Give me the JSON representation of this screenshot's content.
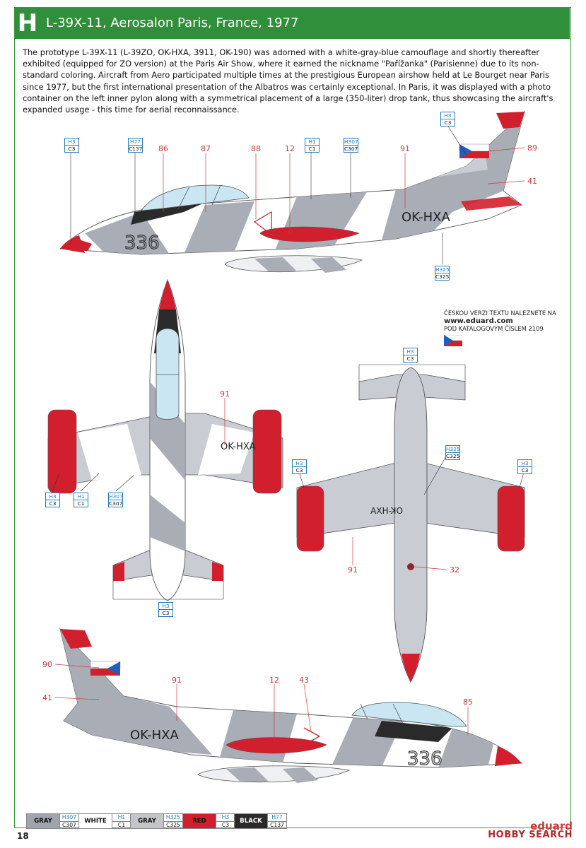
{
  "header": {
    "letter": "H",
    "title": "L-39X-11, Aerosalon Paris, France, 1977"
  },
  "description": "The prototype L-39X-11 (L-39ZO, OK-HXA, 3911, OK-190) was adorned with a white-gray-blue camouflage and shortly thereafter exhibited (equipped for ZO version) at the Paris Air Show, where it earned the nickname \"Pařížanka\" (Parisienne) due to its non-standard coloring. Aircraft from Aero participated multiple times at the prestigious European airshow held at Le Bourget near Paris since 1977, but the first international presentation of the Albatros was certainly exceptional. In Paris, it was displayed with a photo container on the left inner pylon along with a symmetrical placement of a large (350-liter) drop tank, thus showcasing the aircraft's expanded usage - this time for aerial reconnaissance.",
  "registration": "OK-HXA",
  "side_number": "336",
  "czech_note": {
    "line1": "ČESKOU VERZI TEXTU NALEZNETE NA",
    "url": "www.eduard.com",
    "line2": "POD KATALOGOVÝM ČÍSLEM 2109"
  },
  "paint_tags": {
    "top_nose": [
      "H3",
      "C3"
    ],
    "top_canopy": [
      "H77",
      "C137"
    ],
    "top_fuselage": [
      "H1",
      "C1"
    ],
    "top_mid": [
      "H307",
      "C307"
    ],
    "top_fin": [
      "H3",
      "C3"
    ],
    "top_belly": [
      "H325",
      "C325"
    ],
    "plan_left_tip": [
      "H3",
      "C3"
    ],
    "plan_left_h1": [
      "H1",
      "C1"
    ],
    "plan_left_h307": [
      "H307",
      "C307"
    ],
    "plan_tail": [
      "H3",
      "C3"
    ],
    "under_tail": [
      "H3",
      "C3"
    ],
    "under_center": [
      "H325",
      "C325"
    ],
    "under_left_tip": [
      "H3",
      "C3"
    ],
    "under_right_tip": [
      "H3",
      "C3"
    ]
  },
  "callouts": {
    "top": [
      "86",
      "87",
      "88",
      "12",
      "91",
      "89",
      "41"
    ],
    "plan": [
      "91"
    ],
    "under": [
      "91",
      "32"
    ],
    "bottom": [
      "90",
      "41",
      "91",
      "12",
      "43",
      "85"
    ]
  },
  "legend": [
    {
      "name": "GRAY",
      "h": "H307",
      "c": "C307",
      "color": "#9fa4ad",
      "text": "#111"
    },
    {
      "name": "WHITE",
      "h": "H1",
      "c": "C1",
      "color": "#ffffff",
      "text": "#111"
    },
    {
      "name": "GRAY",
      "h": "H325",
      "c": "C325",
      "color": "#c3c5c9",
      "text": "#111"
    },
    {
      "name": "RED",
      "h": "H3",
      "c": "C3",
      "color": "#d21f2e",
      "text": "#111"
    },
    {
      "name": "BLACK",
      "h": "H77",
      "c": "C137",
      "color": "#2a2a2a",
      "text": "#ffffff"
    }
  ],
  "page_number": "18",
  "brand": {
    "logo": "eduard",
    "watermark": "HOBBY SEARCH"
  },
  "colors": {
    "header_green": "#2f8f3a",
    "red": "#d21f2e",
    "gray": "#9fa4ad",
    "light_gray": "#c3c5c9",
    "callout_red": "#d03a3a",
    "tag_blue": "#1e7fc0"
  }
}
